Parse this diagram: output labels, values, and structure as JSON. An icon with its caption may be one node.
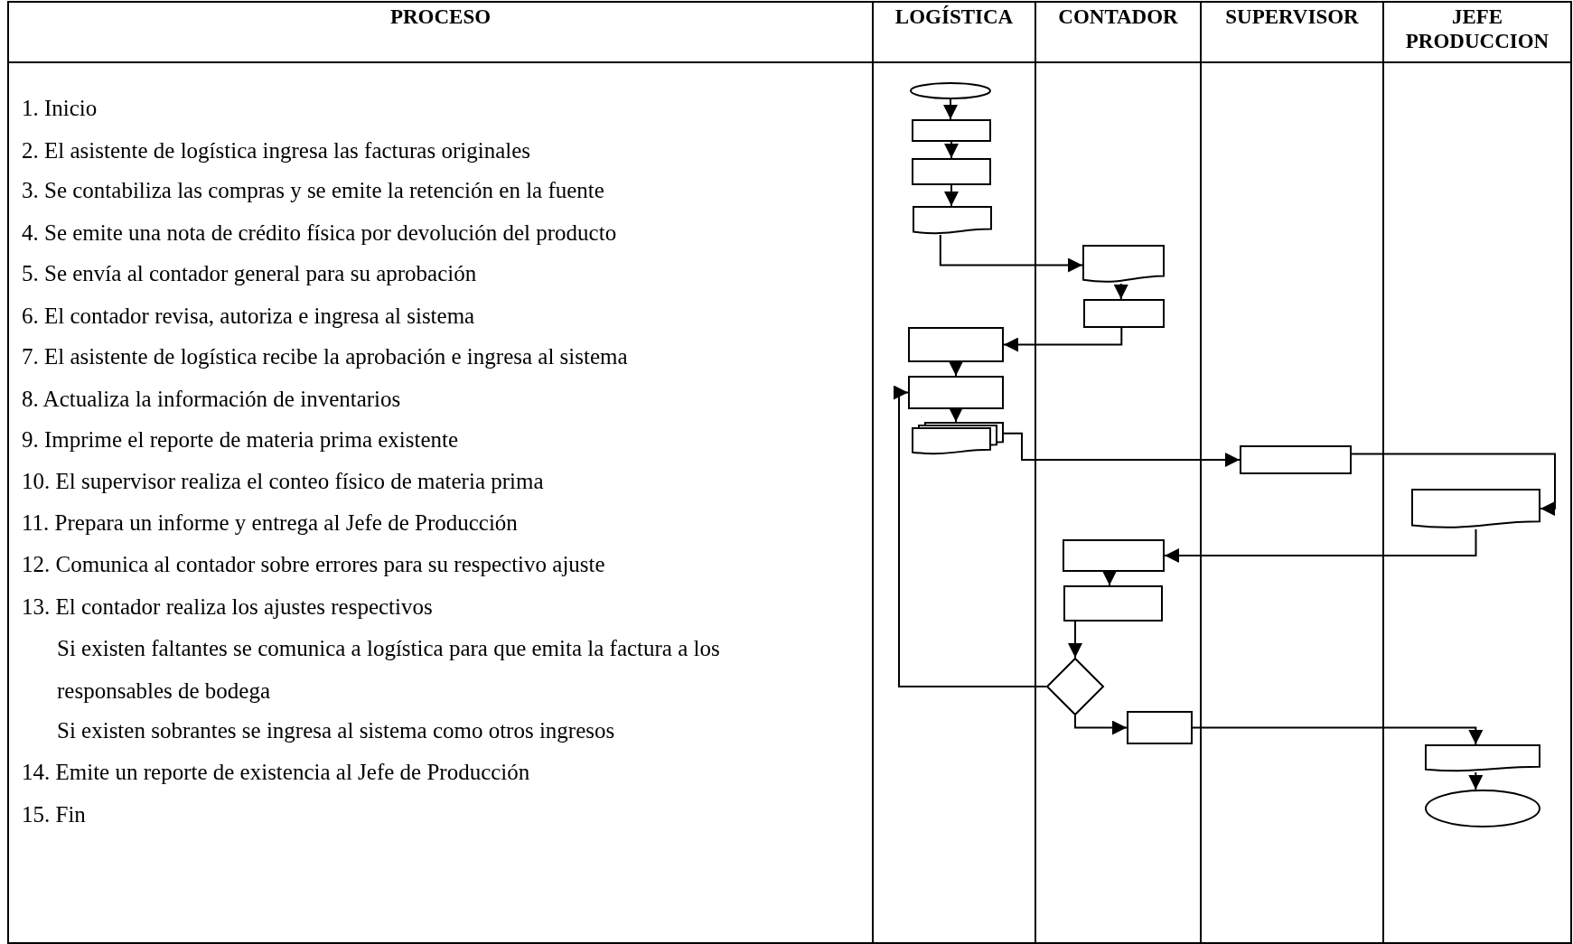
{
  "diagram": {
    "nodes": [
      {
        "text": [],
        "shape": "ellipse"
      },
      {
        "text": [],
        "shape": "box"
      },
      {
        "text": [],
        "shape": "box"
      },
      {
        "text": [],
        "shape": "document"
      },
      {
        "text": [],
        "shape": "document"
      },
      {
        "text": [],
        "shape": "box"
      },
      {
        "text": [],
        "shape": "box"
      },
      {
        "text": [],
        "shape": "box"
      },
      {
        "text": [],
        "shape": "documents"
      },
      {
        "text": [],
        "shape": "box"
      },
      {
        "text": [],
        "shape": "document"
      },
      {
        "text": [],
        "shape": "box"
      },
      {
        "text": [],
        "shape": "box"
      },
      {
        "text": [],
        "shape": "diamond"
      },
      {
        "text": [],
        "shape": "box"
      },
      {
        "text": [],
        "shape": "document"
      },
      {
        "text": [],
        "shape": "ellipse"
      }
    ],
    "edges": [
      {
        "from": 0,
        "to": 1,
        "arrow": "to"
      },
      {
        "from": 1,
        "to": 2,
        "arrow": "to"
      },
      {
        "from": 2,
        "to": 3,
        "arrow": "to"
      },
      {
        "from": 3,
        "to": 4,
        "arrow": "to"
      },
      {
        "from": 4,
        "to": 5,
        "arrow": "to"
      },
      {
        "from": 5,
        "to": 6,
        "arrow": "to"
      },
      {
        "from": 6,
        "to": 7,
        "arrow": "to"
      },
      {
        "from": 7,
        "to": 8,
        "arrow": "to"
      },
      {
        "from": 8,
        "to": 9,
        "arrow": "to"
      },
      {
        "from": 9,
        "to": 10,
        "arrow": "to"
      },
      {
        "from": 10,
        "to": 11,
        "arrow": "to"
      },
      {
        "from": 11,
        "to": 12,
        "arrow": "to"
      },
      {
        "from": 12,
        "to": 13,
        "arrow": "to"
      },
      {
        "from": 13,
        "to": 7,
        "arrow": "to"
      },
      {
        "from": 13,
        "to": 14,
        "arrow": "to"
      },
      {
        "from": 14,
        "to": 15,
        "arrow": "to"
      },
      {
        "from": 15,
        "to": 16,
        "arrow": "to"
      }
    ],
    "labels": [
      "PROCESO",
      "LOGÍSTICA",
      "CONTADOR",
      "SUPERVISOR",
      "JEFE PRODUCCION",
      "1. Inicio",
      "2. El asistente de logística ingresa las facturas originales",
      "3. Se contabiliza las compras y se emite la retención en la fuente",
      "4. Se emite una nota de crédito física por devolución del producto",
      "5. Se envía al contador general para su aprobación",
      "6. El contador revisa, autoriza e ingresa al sistema",
      "7. El asistente de logística recibe la aprobación e ingresa al sistema",
      "8. Actualiza la información de inventarios",
      "9. Imprime el reporte de materia prima existente",
      "10. El supervisor realiza el conteo físico de materia prima",
      "11. Prepara un informe y entrega al Jefe de Producción",
      "12. Comunica al contador sobre errores para su respectivo ajuste",
      "13. El contador realiza los ajustes respectivos",
      "Si existen faltantes se comunica a logística para que emita la factura a los responsables de bodega",
      "Si existen sobrantes se ingresa al sistema como otros ingresos",
      "14. Emite un reporte de existencia al Jefe de Producción",
      "15. Fin"
    ]
  }
}
